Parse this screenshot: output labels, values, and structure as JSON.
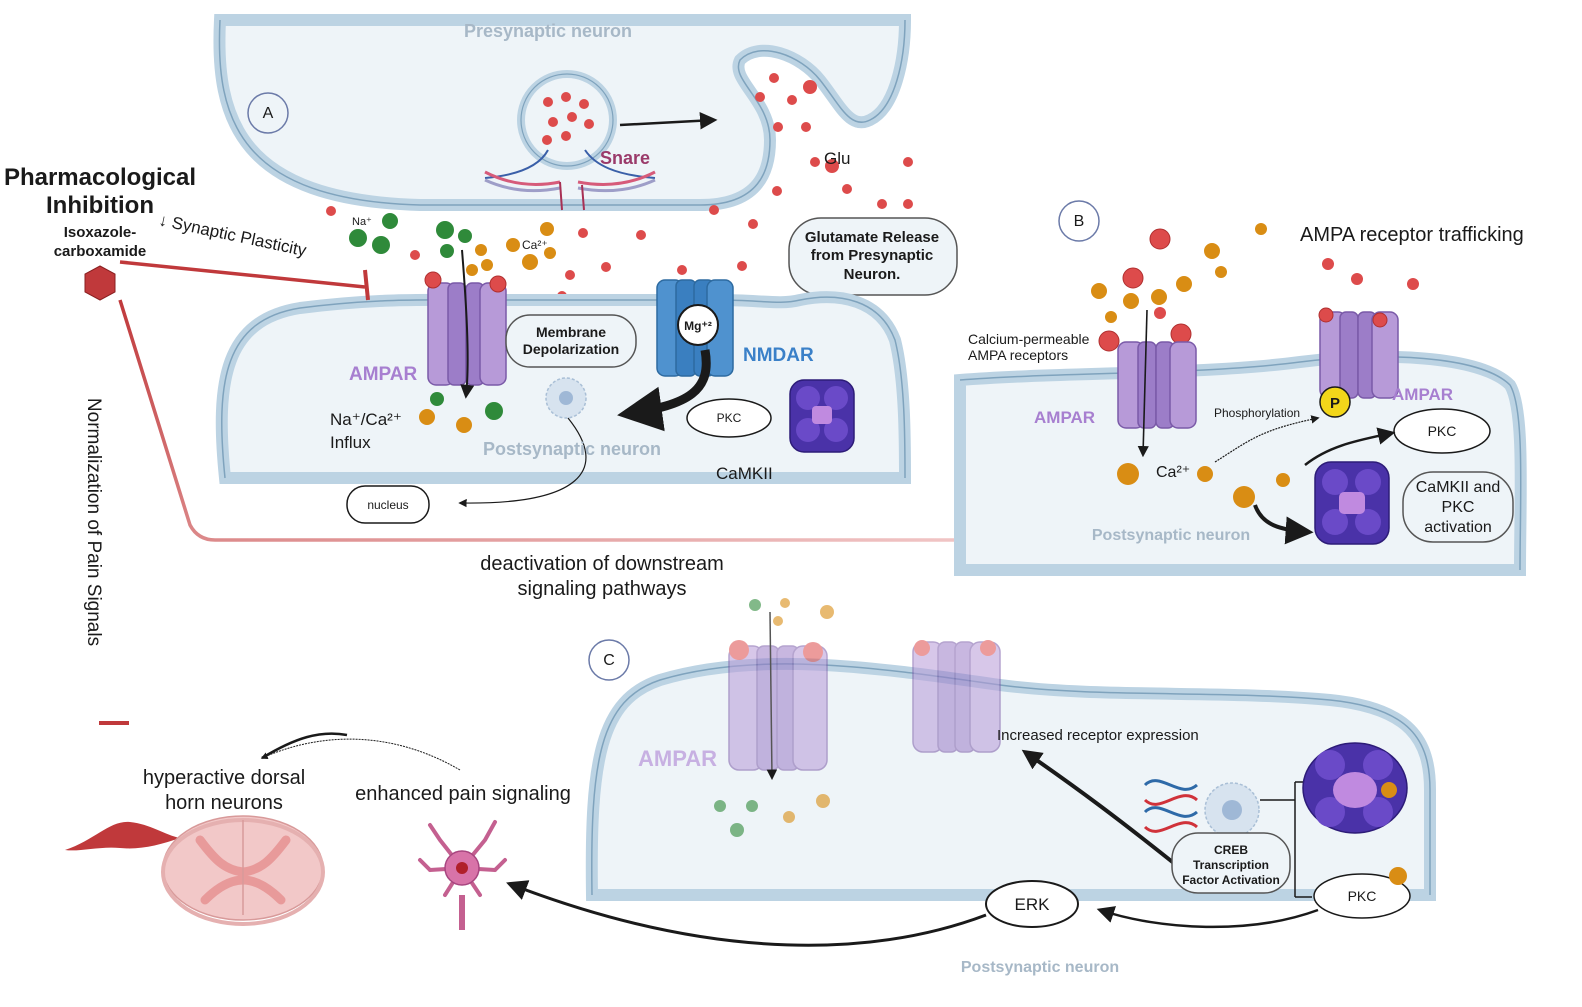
{
  "panel_a": {
    "letter": "A",
    "presynaptic": "Presynaptic neuron",
    "snare": "Snare",
    "glu": "Glu",
    "na": "Na⁺",
    "ca": "Ca²⁺",
    "glutamate_release": [
      "Glutamate Release",
      "from Presynaptic",
      "Neuron."
    ],
    "membrane_depol": [
      "Membrane",
      "Depolarization"
    ],
    "mg": "Mg⁺²",
    "nmdar": "NMDAR",
    "ampar": "AMPAR",
    "influx": [
      "Na⁺/Ca²⁺",
      "Influx"
    ],
    "pkc": "PKC",
    "postsynaptic": "Postsynaptic neuron",
    "camkii": "CaMKII",
    "nucleus": "nucleus"
  },
  "inhibition": {
    "title": [
      "Pharmacological",
      "Inhibition"
    ],
    "drug": [
      "Isoxazole-",
      "carboxamide"
    ],
    "plasticity": "↓ Synaptic Plasticity",
    "normalization": "Normalization of Pain Signals",
    "deactivation": [
      "deactivation of downstream",
      "signaling pathways"
    ]
  },
  "panel_b": {
    "letter": "B",
    "title": "AMPA receptor trafficking",
    "cp_ampar": [
      "Calcium-permeable",
      "AMPA receptors"
    ],
    "ampar_left": "AMPAR",
    "ampar_right": "AMPAR",
    "phosphorylation": "Phosphorylation",
    "p": "P",
    "ca": "Ca²⁺",
    "pkc": "PKC",
    "camkii_pkc": [
      "CaMKII and",
      "PKC",
      "activation"
    ],
    "postsynaptic": "Postsynaptic neuron"
  },
  "panel_c": {
    "letter": "C",
    "ampar": "AMPAR",
    "increased": "Increased receptor expression",
    "creb": [
      "CREB",
      "Transcription",
      "Factor Activation"
    ],
    "pkc": "PKC",
    "erk": "ERK",
    "postsynaptic": "Postsynaptic neuron",
    "enhanced": "enhanced pain signaling",
    "hyperactive": [
      "hyperactive dorsal",
      "horn neurons"
    ]
  },
  "colors": {
    "membrane": "#bcd3e3",
    "cytoplasm": "#eef4f8",
    "inhibit": "#c0393b",
    "ampar": "#b79ad8",
    "nmdar": "#4f92cf",
    "glu": "#dd4b4b",
    "na": "#2f8a3a",
    "ca": "#d98d14",
    "camkii": "#4a32a8"
  }
}
